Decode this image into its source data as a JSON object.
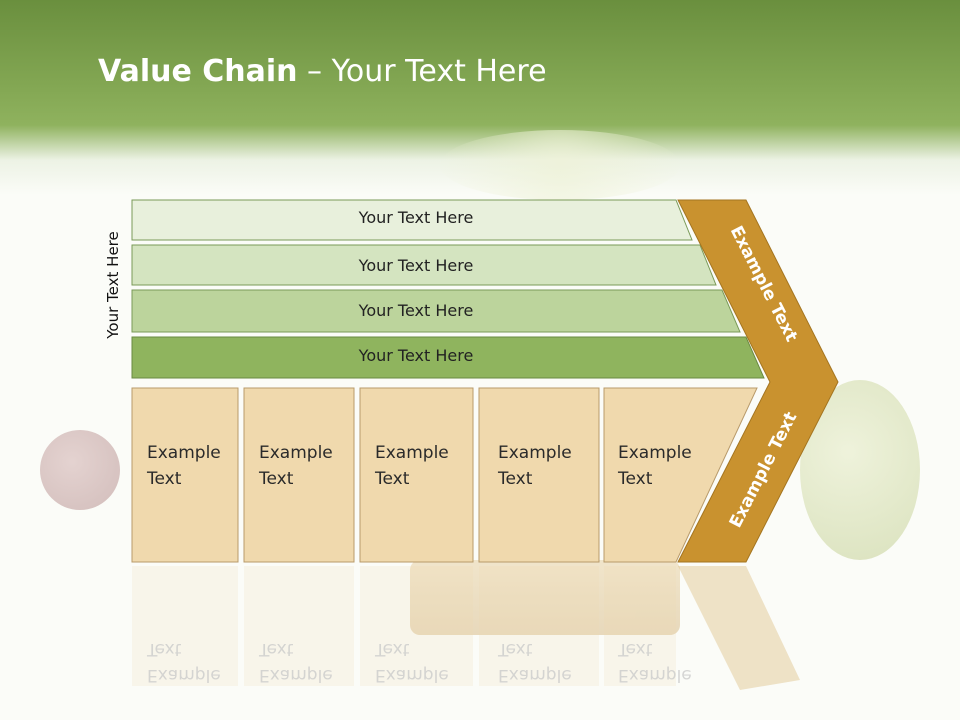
{
  "title": {
    "bold": "Value Chain",
    "rest": " – Your Text Here"
  },
  "side_label": "Your Text Here",
  "bars": [
    {
      "label": "Your Text Here",
      "color": "#e8f0dc"
    },
    {
      "label": "Your Text Here",
      "color": "#d4e4c0"
    },
    {
      "label": "Your Text Here",
      "color": "#bcd49c"
    },
    {
      "label": "Your Text Here",
      "color": "#8fb45e"
    }
  ],
  "boxes": [
    {
      "line1": "Example",
      "line2": "Text"
    },
    {
      "line1": "Example",
      "line2": "Text"
    },
    {
      "line1": "Example",
      "line2": "Text"
    },
    {
      "line1": "Example",
      "line2": "Text"
    },
    {
      "line1": "Example",
      "line2": "Text"
    }
  ],
  "chevron": {
    "upper": "Example Text",
    "lower": "Example Text",
    "color": "#c9922f"
  },
  "box_color": "#f0d9ad"
}
